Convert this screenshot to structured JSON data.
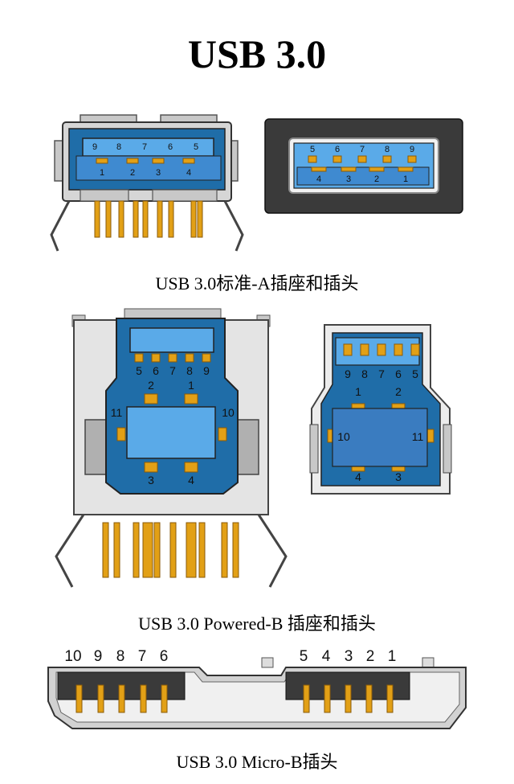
{
  "title": "USB 3.0",
  "captions": {
    "type_a": "USB 3.0标准-A插座和插头",
    "powered_b": "USB 3.0 Powered-B 插座和插头",
    "micro_b": "USB 3.0 Micro-B插头"
  },
  "colors": {
    "blue": "#3f8ad0",
    "blue_dark": "#1f6da8",
    "blue_light": "#5aaae8",
    "gold": "#e2a016",
    "gold_dark": "#8a5a08",
    "gray": "#c8c8c8",
    "gray_dark": "#555555",
    "housing_dark": "#3a3a3a",
    "outline": "#222222"
  },
  "connectors": {
    "type_a_receptacle": {
      "top_pins": [
        "9",
        "8",
        "7",
        "6",
        "5"
      ],
      "bottom_pins": [
        "1",
        "2",
        "3",
        "4"
      ]
    },
    "type_a_plug": {
      "top_pins": [
        "5",
        "6",
        "7",
        "8",
        "9"
      ],
      "bottom_pins": [
        "4",
        "3",
        "2",
        "1"
      ]
    },
    "powered_b_receptacle": {
      "top_pins": [
        "5",
        "6",
        "7",
        "8",
        "9"
      ],
      "mid_pins": [
        "2",
        "1"
      ],
      "side_pins": [
        "11",
        "10"
      ],
      "bottom_pins": [
        "3",
        "4"
      ]
    },
    "powered_b_plug": {
      "top_pins": [
        "9",
        "8",
        "7",
        "6",
        "5"
      ],
      "mid_pins": [
        "1",
        "2"
      ],
      "side_pins": [
        "10",
        "11"
      ],
      "bottom_pins": [
        "4",
        "3"
      ]
    },
    "micro_b_plug": {
      "left_pins": [
        "10",
        "9",
        "8",
        "7",
        "6"
      ],
      "right_pins": [
        "5",
        "4",
        "3",
        "2",
        "1"
      ]
    }
  }
}
